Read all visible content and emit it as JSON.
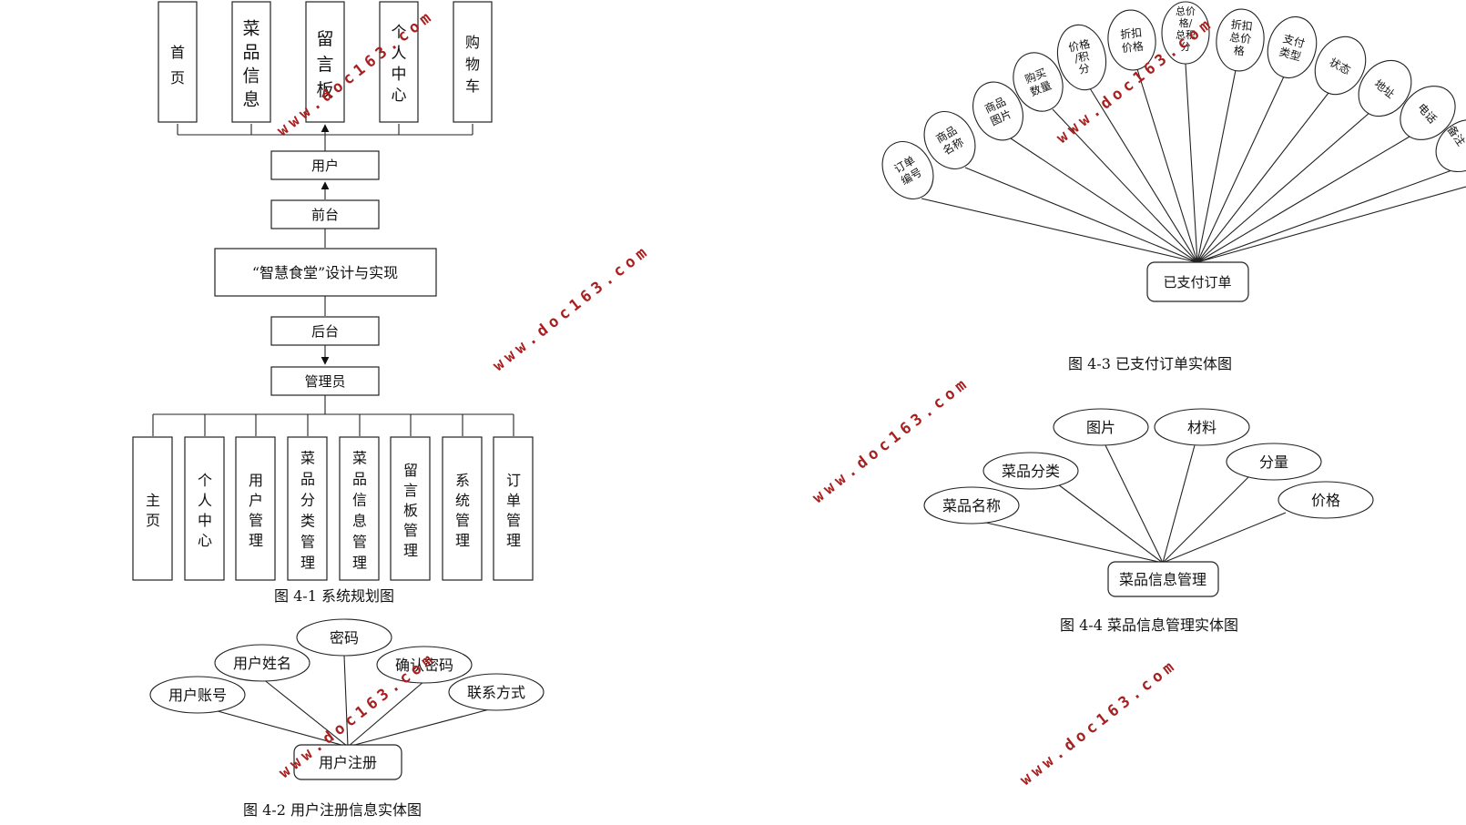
{
  "watermark": "www.doc163.com",
  "fig1": {
    "caption": "图 4-1  系统规划图",
    "top_modules": [
      "首页",
      "菜品信息",
      "留言板",
      "个人中心",
      "购物车"
    ],
    "user": "用户",
    "frontend": "前台",
    "system": "“智慧食堂”设计与实现",
    "backend": "后台",
    "admin": "管理员",
    "admin_modules": [
      "主页",
      "个人中心",
      "用户管理",
      "菜品分类管理",
      "菜品信息管理",
      "留言板管理",
      "系统管理",
      "订单管理"
    ]
  },
  "fig2": {
    "caption": "图 4-2  用户注册信息实体图",
    "entity": "用户注册",
    "attributes": [
      "用户账号",
      "用户姓名",
      "密码",
      "确认密码",
      "联系方式"
    ]
  },
  "fig3": {
    "caption": "图 4-3 已支付订单实体图",
    "entity": "已支付订单",
    "attributes": [
      "订单编号",
      "商品名称",
      "商品图片",
      "购买数量",
      "价格/积分",
      "折扣价格",
      "总价格/总积分",
      "折扣总价格",
      "支付类型",
      "状态",
      "地址",
      "电话",
      "备注"
    ]
  },
  "fig4": {
    "caption": "图 4-4 菜品信息管理实体图",
    "entity": "菜品信息管理",
    "attributes": [
      "菜品名称",
      "菜品分类",
      "图片",
      "材料",
      "分量",
      "价格"
    ]
  }
}
